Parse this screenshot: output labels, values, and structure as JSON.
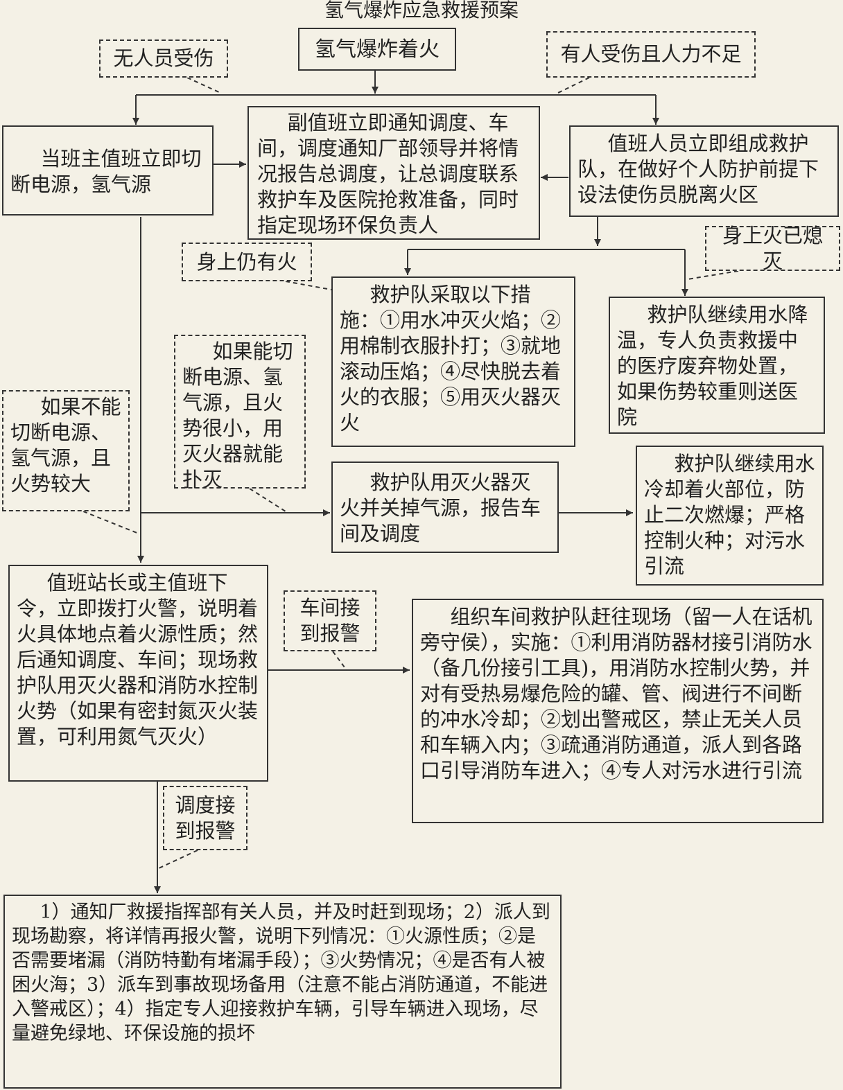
{
  "title": "氢气爆炸应急救援预案",
  "nodes": {
    "start": "氢气爆炸着火",
    "cut_power": "当班主值班立即切断电源，氢气源",
    "notify": "副值班立即通知调度、车间，调度通知厂部领导并将情况报告总调度，让总调度联系救护车及医院抢救准备，同时指定现场环保负责人",
    "rescue_team": "值班人员立即组成救护队，在做好个人防护前提下设法使伤员脱离火区",
    "measures": "救护队采取以下措施：①用水冲灭火焰；②用棉制衣服扑打；③就地滚动压焰；④尽快脱去着火的衣服；⑤用灭火器灭火",
    "cool_down": "救护队继续用水降温，专人负责救援中的医疗废弃物处置，如果伤势较重则送医院",
    "extinguisher": "救护队用灭火器灭火并关掉气源，报告车间及调度",
    "cool_part": "救护队继续用水冷却着火部位，防止二次燃爆；严格控制火种；对污水引流",
    "station_chief": "值班站长或主值班下令，立即拨打火警，说明着火具体地点着火源性质；然后通知调度、车间；现场救护队用灭火器和消防水控制火势（如果有密封氮灭火装置，可利用氮气灭火）",
    "workshop_team": "组织车间救护队赶往现场（留一人在话机旁守侯），实施：①利用消防器材接引消防水（备几份接引工具)，用消防水控制火势，并对有受热易爆危险的罐、管、阀进行不间断的冲水冷却；②划出警戒区，禁止无关人员和车辆入内；③疏通消防通道，派人到各路口引导消防车进入；④专人对污水进行引流",
    "dispatch_actions": "1）通知厂救援指挥部有关人员，并及时赶到现场；2）派人到现场勘察，将详情再报火警，说明下列情况：①火源性质；②是否需要堵漏（消防特勤有堵漏手段）；③火势情况；④是否有人被困火海；3）派车到事故现场备用（注意不能占消防通道，不能进入警戒区）；4）指定专人迎接救护车辆，引导车辆进入现场，尽量避免绿地、环保设施的损坏"
  },
  "conditions": {
    "no_injury": "无人员受伤",
    "injured": "有人受伤且人力不足",
    "still_fire": "身上仍有火",
    "fire_out": "身上火已熄灭",
    "small_fire": "如果能切断电源、氢气源，且火势很小，用灭火器就能扑灭",
    "big_fire": "如果不能切断电源、氢气源，且火势较大",
    "workshop_alarm": "车间接到报警",
    "dispatch_alarm": "调度接到报警"
  }
}
